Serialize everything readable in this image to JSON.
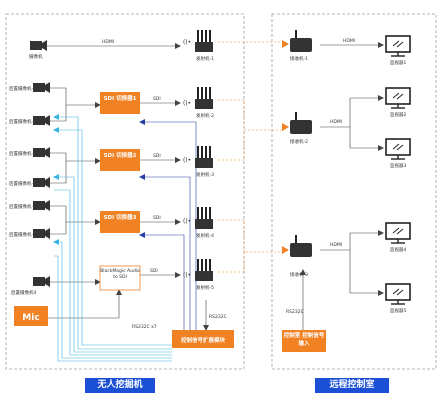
{
  "panels": {
    "left_title": "无人挖掘机",
    "right_title": "远程控制室"
  },
  "cameras": [
    {
      "label": "摄像机"
    },
    {
      "label": "后置摄像机-1"
    },
    {
      "label": "后置摄像机-1"
    },
    {
      "label": "后置摄像机-2"
    },
    {
      "label": "后置摄像机-2"
    },
    {
      "label": "后置摄像机-3"
    },
    {
      "label": "后置摄像机-3"
    },
    {
      "label": "后置摄像机4"
    }
  ],
  "switchers": [
    {
      "label": "SDI 切换器1"
    },
    {
      "label": "SDI 切换器2"
    },
    {
      "label": "SDI 切换器3"
    }
  ],
  "audio_box": {
    "label": "BlackMagic Audio to SDI"
  },
  "mic": {
    "label": "Mic"
  },
  "control_module": {
    "label": "控制信号扩展模块"
  },
  "remote_control_input": {
    "label": "控制室 控制信号输入"
  },
  "transmitters": [
    {
      "label": "发射机-1"
    },
    {
      "label": "发射机-2"
    },
    {
      "label": "发射机-3"
    },
    {
      "label": "发射机-4"
    },
    {
      "label": "发射机-5"
    }
  ],
  "receivers": [
    {
      "label": "接收机-1"
    },
    {
      "label": "接收机-2"
    },
    {
      "label": "接收机-3"
    }
  ],
  "monitors": [
    {
      "label": "监视器1"
    },
    {
      "label": "监视器2"
    },
    {
      "label": "监视器3"
    },
    {
      "label": "监视器4"
    },
    {
      "label": "监视器5"
    }
  ],
  "connection_labels": {
    "hdmi": "HDMI",
    "sdi": "SDI",
    "rs232c_x7": "RS232C x7",
    "rs232c": "RS232C"
  },
  "colors": {
    "orange": "#f08224",
    "blue_line": "#2840a0",
    "cyan_line": "#38b4e0",
    "panel_title": "#1a4fd6",
    "dash": "#999999"
  }
}
